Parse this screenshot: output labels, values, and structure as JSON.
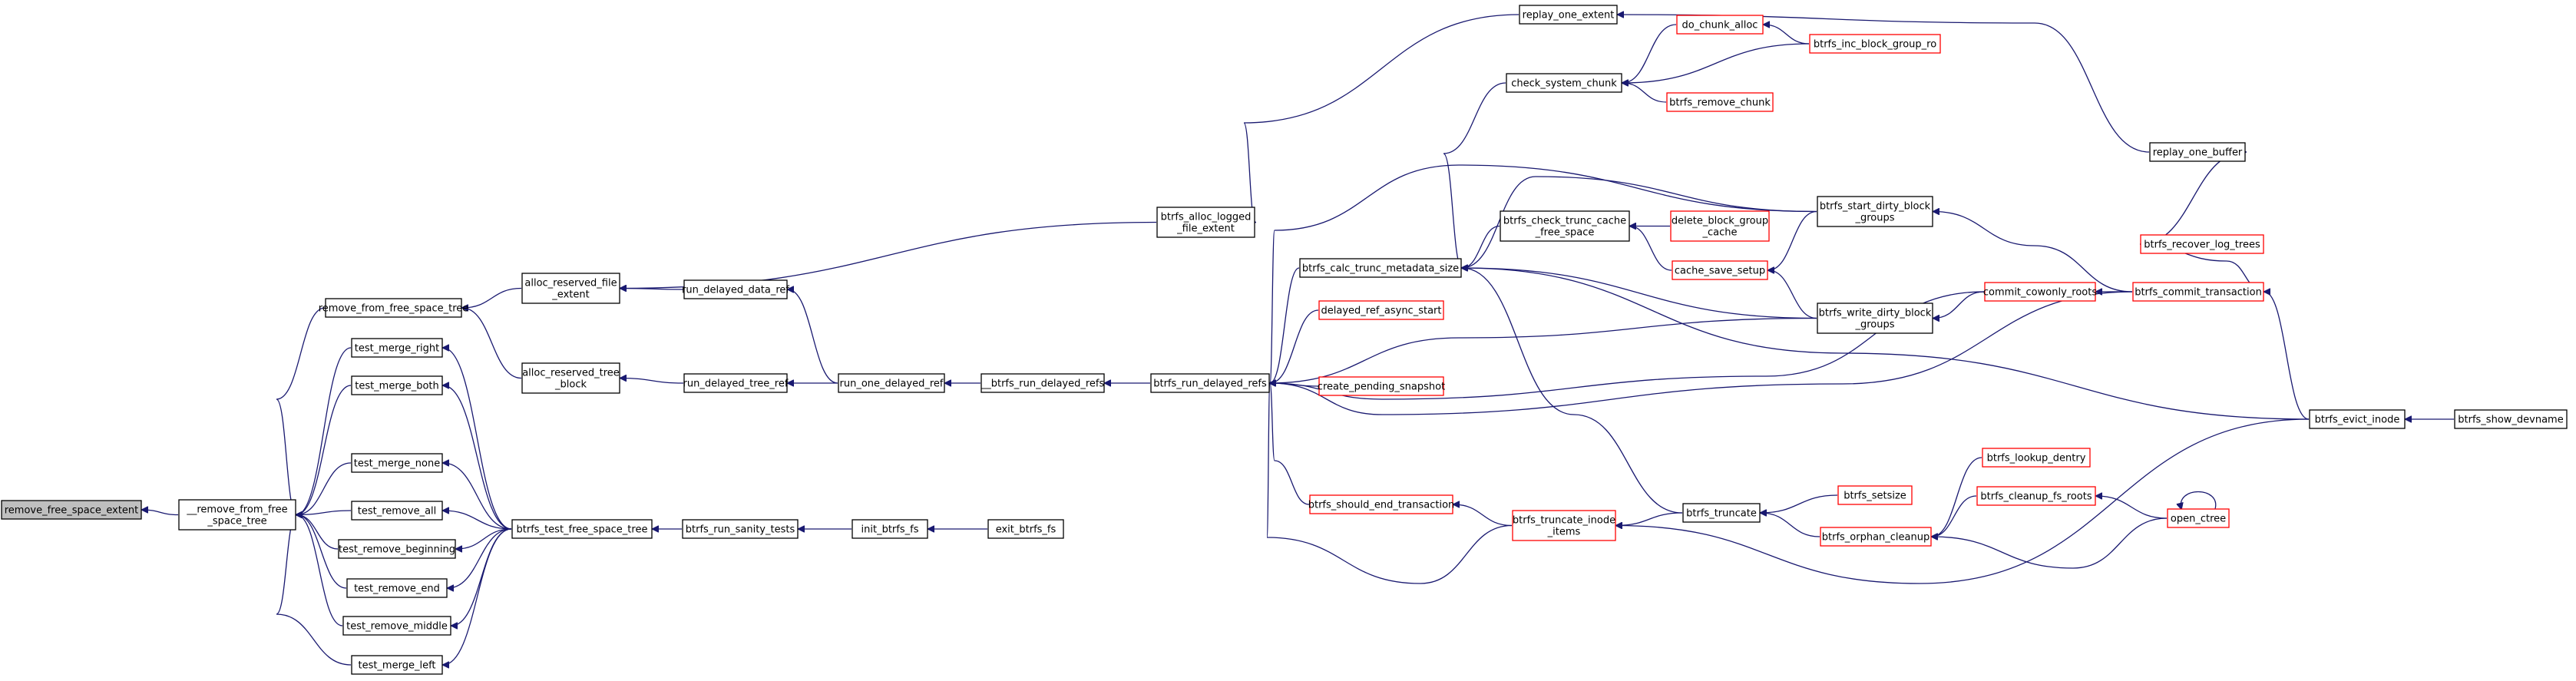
{
  "colors": {
    "edge": "#191970",
    "root_fill": "#bfbfbf",
    "truncated_border": "#ff0000",
    "normal_border": "#000000"
  },
  "nodes": {
    "remove_free_space_extent": {
      "lines": [
        "remove_free_space_extent"
      ],
      "style": "root"
    },
    "__remove_from_free_space_tree": {
      "lines": [
        "__remove_from_free",
        "_space_tree"
      ],
      "style": "normal"
    },
    "remove_from_free_space_tree": {
      "lines": [
        "remove_from_free_space_tree"
      ],
      "style": "normal"
    },
    "test_merge_right": {
      "lines": [
        "test_merge_right"
      ],
      "style": "normal"
    },
    "test_merge_both": {
      "lines": [
        "test_merge_both"
      ],
      "style": "normal"
    },
    "test_merge_none": {
      "lines": [
        "test_merge_none"
      ],
      "style": "normal"
    },
    "test_remove_all": {
      "lines": [
        "test_remove_all"
      ],
      "style": "normal"
    },
    "test_remove_beginning": {
      "lines": [
        "test_remove_beginning"
      ],
      "style": "normal"
    },
    "test_remove_end": {
      "lines": [
        "test_remove_end"
      ],
      "style": "normal"
    },
    "test_remove_middle": {
      "lines": [
        "test_remove_middle"
      ],
      "style": "normal"
    },
    "test_merge_left": {
      "lines": [
        "test_merge_left"
      ],
      "style": "normal"
    },
    "alloc_reserved_file_extent": {
      "lines": [
        "alloc_reserved_file",
        "_extent"
      ],
      "style": "normal"
    },
    "alloc_reserved_tree_block": {
      "lines": [
        "alloc_reserved_tree",
        "_block"
      ],
      "style": "normal"
    },
    "btrfs_test_free_space_tree": {
      "lines": [
        "btrfs_test_free_space_tree"
      ],
      "style": "normal"
    },
    "run_delayed_data_ref": {
      "lines": [
        "run_delayed_data_ref"
      ],
      "style": "normal"
    },
    "run_delayed_tree_ref": {
      "lines": [
        "run_delayed_tree_ref"
      ],
      "style": "normal"
    },
    "btrfs_run_sanity_tests": {
      "lines": [
        "btrfs_run_sanity_tests"
      ],
      "style": "normal"
    },
    "run_one_delayed_ref": {
      "lines": [
        "run_one_delayed_ref"
      ],
      "style": "normal"
    },
    "init_btrfs_fs": {
      "lines": [
        "init_btrfs_fs"
      ],
      "style": "normal"
    },
    "exit_btrfs_fs": {
      "lines": [
        "exit_btrfs_fs"
      ],
      "style": "normal"
    },
    "__btrfs_run_delayed_refs": {
      "lines": [
        "__btrfs_run_delayed_refs"
      ],
      "style": "normal"
    },
    "btrfs_alloc_logged_file_extent": {
      "lines": [
        "btrfs_alloc_logged",
        "_file_extent"
      ],
      "style": "normal"
    },
    "btrfs_run_delayed_refs": {
      "lines": [
        "btrfs_run_delayed_refs"
      ],
      "style": "normal"
    },
    "replay_one_extent": {
      "lines": [
        "replay_one_extent"
      ],
      "style": "normal"
    },
    "check_system_chunk": {
      "lines": [
        "check_system_chunk"
      ],
      "style": "normal"
    },
    "btrfs_calc_trunc_metadata_size": {
      "lines": [
        "btrfs_calc_trunc_metadata_size"
      ],
      "style": "normal"
    },
    "delayed_ref_async_start": {
      "lines": [
        "delayed_ref_async_start"
      ],
      "style": "red"
    },
    "create_pending_snapshot": {
      "lines": [
        "create_pending_snapshot"
      ],
      "style": "red"
    },
    "btrfs_should_end_transaction": {
      "lines": [
        "btrfs_should_end_transaction"
      ],
      "style": "red"
    },
    "do_chunk_alloc": {
      "lines": [
        "do_chunk_alloc"
      ],
      "style": "red"
    },
    "btrfs_remove_chunk": {
      "lines": [
        "btrfs_remove_chunk"
      ],
      "style": "red"
    },
    "btrfs_inc_block_group_ro": {
      "lines": [
        "btrfs_inc_block_group_ro"
      ],
      "style": "red"
    },
    "btrfs_check_trunc_cache_free_space": {
      "lines": [
        "btrfs_check_trunc_cache",
        "_free_space"
      ],
      "style": "normal"
    },
    "delete_block_group_cache": {
      "lines": [
        "delete_block_group",
        "_cache"
      ],
      "style": "red"
    },
    "cache_save_setup": {
      "lines": [
        "cache_save_setup"
      ],
      "style": "red"
    },
    "btrfs_start_dirty_block_groups": {
      "lines": [
        "btrfs_start_dirty_block",
        "_groups"
      ],
      "style": "normal"
    },
    "btrfs_write_dirty_block_groups": {
      "lines": [
        "btrfs_write_dirty_block",
        "_groups"
      ],
      "style": "normal"
    },
    "btrfs_truncate_inode_items": {
      "lines": [
        "btrfs_truncate_inode",
        "_items"
      ],
      "style": "red"
    },
    "btrfs_truncate": {
      "lines": [
        "btrfs_truncate"
      ],
      "style": "normal"
    },
    "btrfs_setsize": {
      "lines": [
        "btrfs_setsize"
      ],
      "style": "red"
    },
    "btrfs_orphan_cleanup": {
      "lines": [
        "btrfs_orphan_cleanup"
      ],
      "style": "red"
    },
    "btrfs_lookup_dentry": {
      "lines": [
        "btrfs_lookup_dentry"
      ],
      "style": "red"
    },
    "btrfs_cleanup_fs_roots": {
      "lines": [
        "btrfs_cleanup_fs_roots"
      ],
      "style": "red"
    },
    "open_ctree": {
      "lines": [
        "open_ctree"
      ],
      "style": "red"
    },
    "commit_cowonly_roots": {
      "lines": [
        "commit_cowonly_roots"
      ],
      "style": "red"
    },
    "btrfs_commit_transaction": {
      "lines": [
        "btrfs_commit_transaction"
      ],
      "style": "red"
    },
    "replay_one_buffer": {
      "lines": [
        "replay_one_buffer"
      ],
      "style": "normal"
    },
    "btrfs_recover_log_trees": {
      "lines": [
        "btrfs_recover_log_trees"
      ],
      "style": "red"
    },
    "btrfs_evict_inode": {
      "lines": [
        "btrfs_evict_inode"
      ],
      "style": "normal"
    },
    "btrfs_show_devname": {
      "lines": [
        "btrfs_show_devname"
      ],
      "style": "normal"
    }
  },
  "edges": [
    [
      "remove_free_space_extent",
      "__remove_from_free_space_tree"
    ],
    [
      "__remove_from_free_space_tree",
      "remove_from_free_space_tree"
    ],
    [
      "__remove_from_free_space_tree",
      "test_merge_right"
    ],
    [
      "__remove_from_free_space_tree",
      "test_merge_both"
    ],
    [
      "__remove_from_free_space_tree",
      "test_merge_none"
    ],
    [
      "__remove_from_free_space_tree",
      "test_remove_all"
    ],
    [
      "__remove_from_free_space_tree",
      "test_remove_beginning"
    ],
    [
      "__remove_from_free_space_tree",
      "test_remove_end"
    ],
    [
      "__remove_from_free_space_tree",
      "test_remove_middle"
    ],
    [
      "__remove_from_free_space_tree",
      "test_merge_left"
    ],
    [
      "remove_from_free_space_tree",
      "alloc_reserved_file_extent"
    ],
    [
      "remove_from_free_space_tree",
      "alloc_reserved_tree_block"
    ],
    [
      "test_merge_right",
      "btrfs_test_free_space_tree"
    ],
    [
      "test_merge_both",
      "btrfs_test_free_space_tree"
    ],
    [
      "test_merge_none",
      "btrfs_test_free_space_tree"
    ],
    [
      "test_remove_all",
      "btrfs_test_free_space_tree"
    ],
    [
      "test_remove_beginning",
      "btrfs_test_free_space_tree"
    ],
    [
      "test_remove_end",
      "btrfs_test_free_space_tree"
    ],
    [
      "test_remove_middle",
      "btrfs_test_free_space_tree"
    ],
    [
      "test_merge_left",
      "btrfs_test_free_space_tree"
    ],
    [
      "alloc_reserved_file_extent",
      "run_delayed_data_ref"
    ],
    [
      "alloc_reserved_file_extent",
      "btrfs_alloc_logged_file_extent"
    ],
    [
      "alloc_reserved_tree_block",
      "run_delayed_tree_ref"
    ],
    [
      "btrfs_test_free_space_tree",
      "btrfs_run_sanity_tests"
    ],
    [
      "run_delayed_data_ref",
      "run_one_delayed_ref"
    ],
    [
      "run_delayed_tree_ref",
      "run_one_delayed_ref"
    ],
    [
      "btrfs_run_sanity_tests",
      "init_btrfs_fs"
    ],
    [
      "init_btrfs_fs",
      "exit_btrfs_fs"
    ],
    [
      "run_one_delayed_ref",
      "__btrfs_run_delayed_refs"
    ],
    [
      "__btrfs_run_delayed_refs",
      "btrfs_run_delayed_refs"
    ],
    [
      "btrfs_alloc_logged_file_extent",
      "replay_one_extent"
    ],
    [
      "btrfs_run_delayed_refs",
      "btrfs_calc_trunc_metadata_size"
    ],
    [
      "btrfs_run_delayed_refs",
      "delayed_ref_async_start"
    ],
    [
      "btrfs_run_delayed_refs",
      "create_pending_snapshot"
    ],
    [
      "btrfs_run_delayed_refs",
      "btrfs_should_end_transaction"
    ],
    [
      "btrfs_run_delayed_refs",
      "btrfs_truncate_inode_items"
    ],
    [
      "btrfs_run_delayed_refs",
      "btrfs_start_dirty_block_groups"
    ],
    [
      "btrfs_run_delayed_refs",
      "btrfs_write_dirty_block_groups"
    ],
    [
      "btrfs_run_delayed_refs",
      "commit_cowonly_roots"
    ],
    [
      "btrfs_run_delayed_refs",
      "btrfs_commit_transaction"
    ],
    [
      "btrfs_calc_trunc_metadata_size",
      "check_system_chunk"
    ],
    [
      "btrfs_calc_trunc_metadata_size",
      "btrfs_check_trunc_cache_free_space"
    ],
    [
      "btrfs_calc_trunc_metadata_size",
      "btrfs_start_dirty_block_groups"
    ],
    [
      "btrfs_calc_trunc_metadata_size",
      "btrfs_write_dirty_block_groups"
    ],
    [
      "btrfs_calc_trunc_metadata_size",
      "btrfs_truncate"
    ],
    [
      "btrfs_calc_trunc_metadata_size",
      "btrfs_evict_inode"
    ],
    [
      "check_system_chunk",
      "do_chunk_alloc"
    ],
    [
      "check_system_chunk",
      "btrfs_remove_chunk"
    ],
    [
      "check_system_chunk",
      "btrfs_inc_block_group_ro"
    ],
    [
      "do_chunk_alloc",
      "btrfs_inc_block_group_ro"
    ],
    [
      "replay_one_extent",
      "replay_one_buffer"
    ],
    [
      "btrfs_check_trunc_cache_free_space",
      "delete_block_group_cache"
    ],
    [
      "btrfs_check_trunc_cache_free_space",
      "cache_save_setup"
    ],
    [
      "cache_save_setup",
      "btrfs_start_dirty_block_groups"
    ],
    [
      "cache_save_setup",
      "btrfs_write_dirty_block_groups"
    ],
    [
      "btrfs_start_dirty_block_groups",
      "btrfs_commit_transaction"
    ],
    [
      "btrfs_write_dirty_block_groups",
      "commit_cowonly_roots"
    ],
    [
      "commit_cowonly_roots",
      "btrfs_commit_transaction"
    ],
    [
      "btrfs_should_end_transaction",
      "btrfs_truncate_inode_items"
    ],
    [
      "btrfs_truncate_inode_items",
      "btrfs_truncate"
    ],
    [
      "btrfs_truncate_inode_items",
      "btrfs_evict_inode"
    ],
    [
      "btrfs_truncate",
      "btrfs_setsize"
    ],
    [
      "btrfs_truncate",
      "btrfs_orphan_cleanup"
    ],
    [
      "btrfs_orphan_cleanup",
      "btrfs_lookup_dentry"
    ],
    [
      "btrfs_orphan_cleanup",
      "btrfs_cleanup_fs_roots"
    ],
    [
      "btrfs_orphan_cleanup",
      "open_ctree"
    ],
    [
      "btrfs_cleanup_fs_roots",
      "open_ctree"
    ],
    [
      "open_ctree",
      "open_ctree"
    ],
    [
      "btrfs_commit_transaction",
      "btrfs_recover_log_trees"
    ],
    [
      "btrfs_commit_transaction",
      "btrfs_evict_inode"
    ],
    [
      "replay_one_buffer",
      "btrfs_recover_log_trees"
    ],
    [
      "btrfs_evict_inode",
      "btrfs_show_devname"
    ]
  ]
}
